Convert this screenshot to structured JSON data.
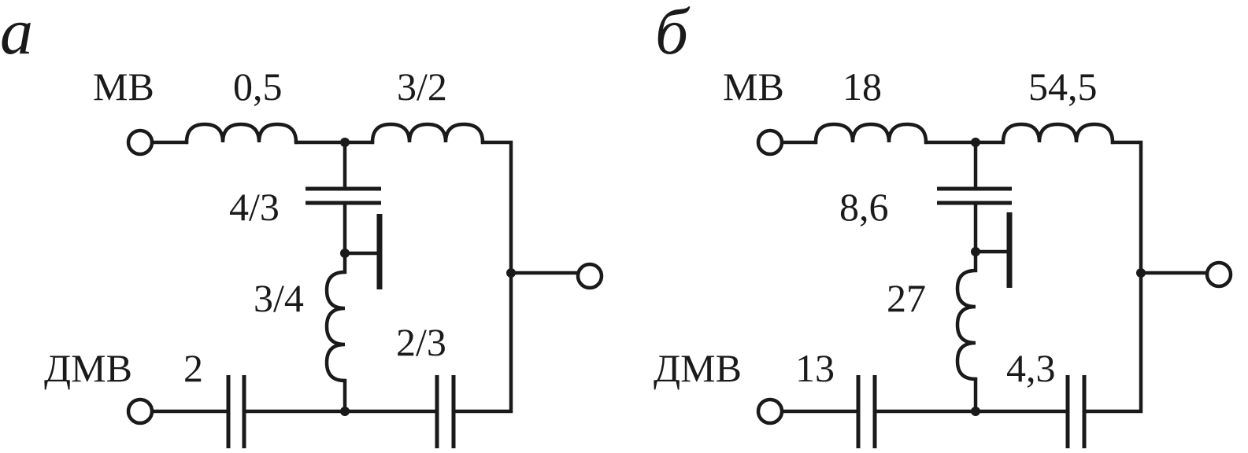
{
  "diagrams": [
    {
      "letter": "a",
      "labels": {
        "mv": "МВ",
        "dmv": "ДМВ",
        "l_input_mv": "0,5",
        "l_series_right": "3/2",
        "c_shunt": "4/3",
        "l_shunt": "3/4",
        "c_input_dmv": "2",
        "c_series_bottom": "2/3"
      }
    },
    {
      "letter": "б",
      "labels": {
        "mv": "МВ",
        "dmv": "ДМВ",
        "l_input_mv": "18",
        "l_series_right": "54,5",
        "c_shunt": "8,6",
        "l_shunt": "27",
        "c_input_dmv": "13",
        "c_series_bottom": "4,3"
      }
    }
  ]
}
